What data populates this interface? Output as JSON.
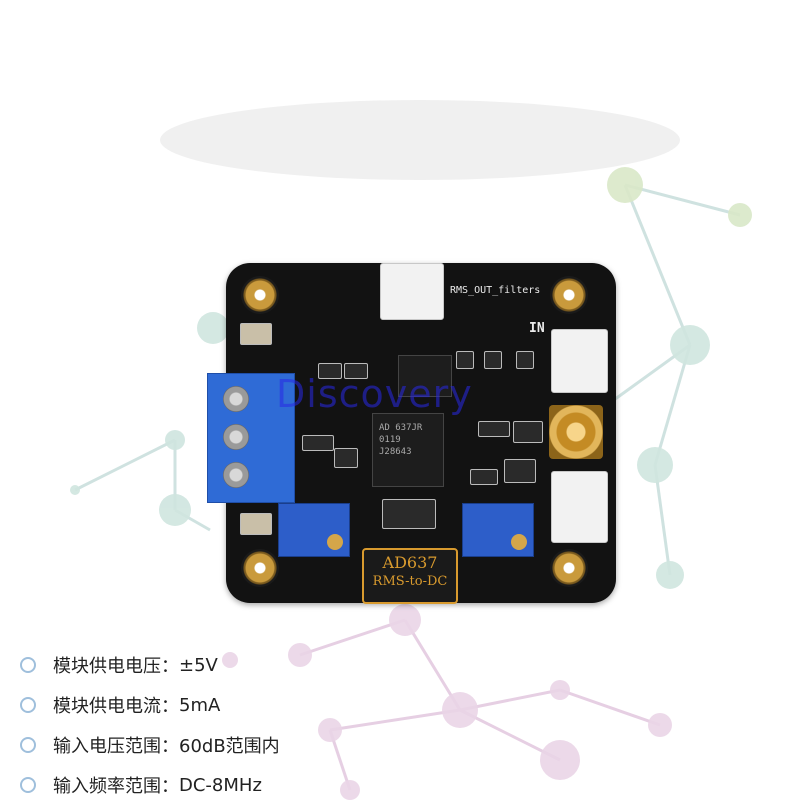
{
  "board": {
    "silk_rms_out": "RMS_OUT_filters",
    "silk_in": "IN",
    "chip_marking": "AD 637JR 0119 J28643",
    "label_line1": "AD637",
    "label_line2": "RMS-to-DC"
  },
  "watermark": "Discovery",
  "specs": [
    {
      "label": "模块供电电压：",
      "value": "±5V"
    },
    {
      "label": "模块供电电流：",
      "value": "5mA"
    },
    {
      "label": "输入电压范围：",
      "value": "60dB范围内"
    },
    {
      "label": "输入频率范围：",
      "value": "DC-8MHz"
    }
  ],
  "colors": {
    "pcb": "#121212",
    "terminal_blue": "#2f6bd6",
    "gold": "#c99a3c",
    "bullet": "#9fbfdc"
  }
}
